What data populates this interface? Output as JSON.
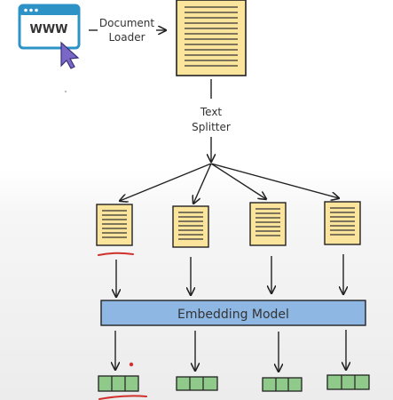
{
  "browser_icon": {
    "text": "WWW"
  },
  "labels": {
    "document_loader_line1": "Document",
    "document_loader_line2": "Loader",
    "text_splitter_line1": "Text",
    "text_splitter_line2": "Splitter",
    "embedding_model": "Embedding Model"
  },
  "colors": {
    "document_fill": "#fbe49b",
    "browser_frame": "#2d93c7",
    "embedding_box": "#8fb7e3",
    "vector_fill": "#8fca8a",
    "annotation_red": "#d0312d"
  }
}
